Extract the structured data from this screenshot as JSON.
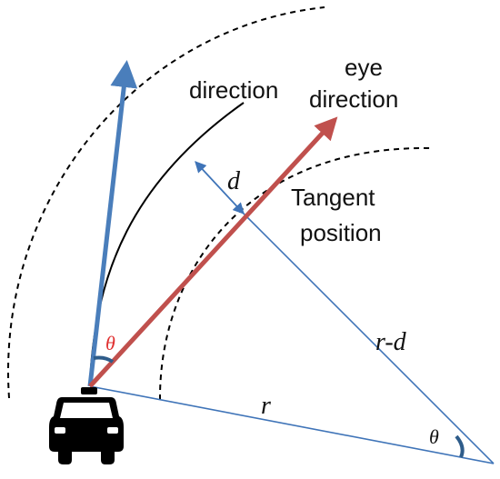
{
  "labels": {
    "direction": "direction",
    "eye_line1": "eye",
    "eye_line2": "direction",
    "d": "d",
    "tangent_line1": "Tangent",
    "tangent_line2": "position",
    "r_minus_d": "r-d",
    "r": "r",
    "theta_red": "θ",
    "theta_blue": "θ"
  },
  "colors": {
    "blue": "#4a7ebb",
    "red": "#c0504d",
    "dark_blue_arc": "#2e5c8a",
    "thin_blue": "#3f74b8",
    "black": "#000000"
  },
  "icons": {
    "vehicle": "car-front-icon"
  }
}
